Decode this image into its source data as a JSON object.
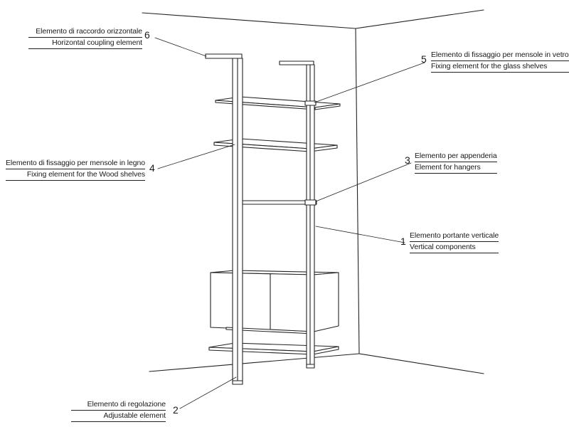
{
  "callouts": [
    {
      "number": "1",
      "italian": "Elemento portante verticale",
      "english": "Vertical components"
    },
    {
      "number": "2",
      "italian": "Elemento di regolazione",
      "english": "Adjustable element"
    },
    {
      "number": "3",
      "italian": "Elemento per appenderia",
      "english": "Element for hangers"
    },
    {
      "number": "4",
      "italian": "Elemento di fissaggio per mensole in legno",
      "english": "Fixing element for the Wood shelves"
    },
    {
      "number": "5",
      "italian": "Elemento di fissaggio per mensole in vetro",
      "english": "Fixing element for the glass shelves"
    },
    {
      "number": "6",
      "italian": "Elemento di raccordo orizzontale",
      "english": "Horizontal coupling element"
    }
  ]
}
